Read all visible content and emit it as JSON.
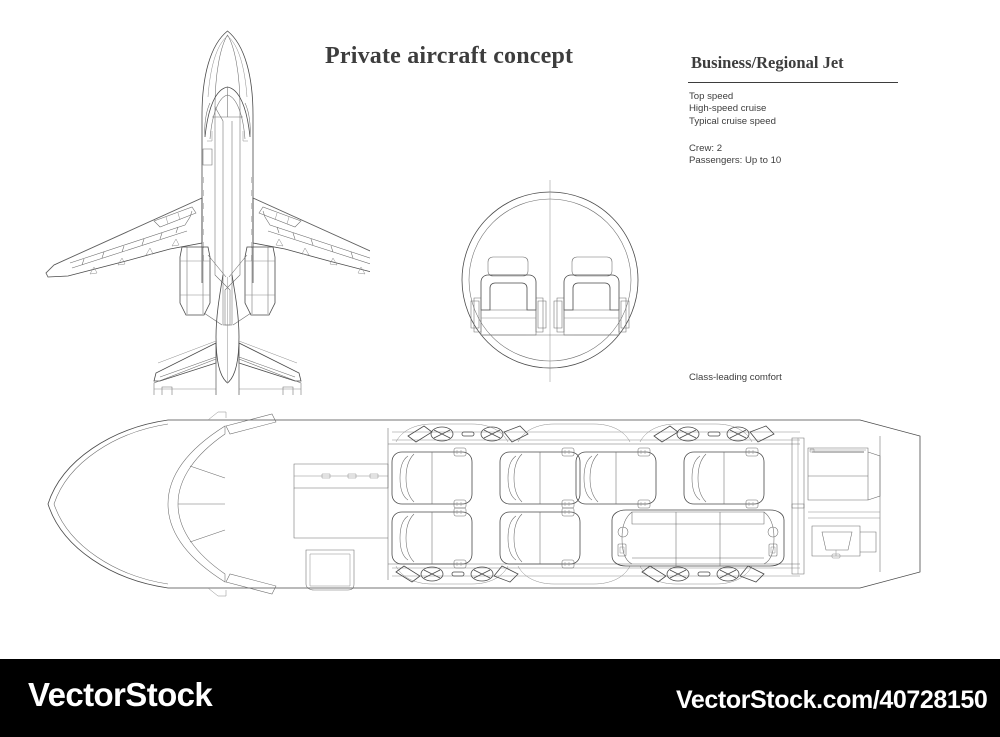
{
  "document": {
    "title": "Private aircraft concept",
    "background_color": "#ffffff",
    "line_color": "#4a4a4a",
    "text_color": "#3d3d3d"
  },
  "spec_panel": {
    "heading": "Business/Regional Jet",
    "performance": "Top speed\nHigh-speed cruise\nTypical cruise speed",
    "performance_items": [
      "Top speed",
      "High-speed cruise",
      "Typical cruise speed"
    ],
    "capacity": "Crew: 2\nPassengers:  Up to 10",
    "capacity_items": [
      "Crew: 2",
      "Passengers:  Up to 10"
    ],
    "crew_label": "Crew:",
    "crew_value": "2",
    "passengers_label": "Passengers:",
    "passengers_value": "Up to 10"
  },
  "annotations": {
    "comfort_note": "Class-leading comfort"
  },
  "views": {
    "top_view": {
      "name": "Top plan view of aircraft",
      "features": [
        "cockpit windshield",
        "entry door",
        "swept wings",
        "flap tracks",
        "vortex generators",
        "rear-mounted engine nacelles",
        "T-tail horizontal stabilizer",
        "vertical fin"
      ]
    },
    "cross_section": {
      "name": "Fuselage cross section",
      "features": [
        "outer fuselage shell",
        "inner cabin wall",
        "vertical centerline",
        "two facing club seats",
        "cabin floor"
      ]
    },
    "cabin_plan": {
      "name": "Cabin floor plan",
      "features": [
        "nose cone",
        "cockpit windshield arc",
        "cockpit bulkhead",
        "four club seats starboard",
        "two club seats port",
        "three-place divan",
        "aft galley",
        "aft lavatory",
        "overhead window panels",
        "tail cone"
      ],
      "seat_counts": {
        "starboard_row": 4,
        "port_row": 2,
        "divan_places": 3
      }
    }
  },
  "footer": {
    "brand": "VectorStock",
    "url": "VectorStock.com/40728150",
    "background_color": "#000000",
    "text_color": "#ffffff"
  }
}
